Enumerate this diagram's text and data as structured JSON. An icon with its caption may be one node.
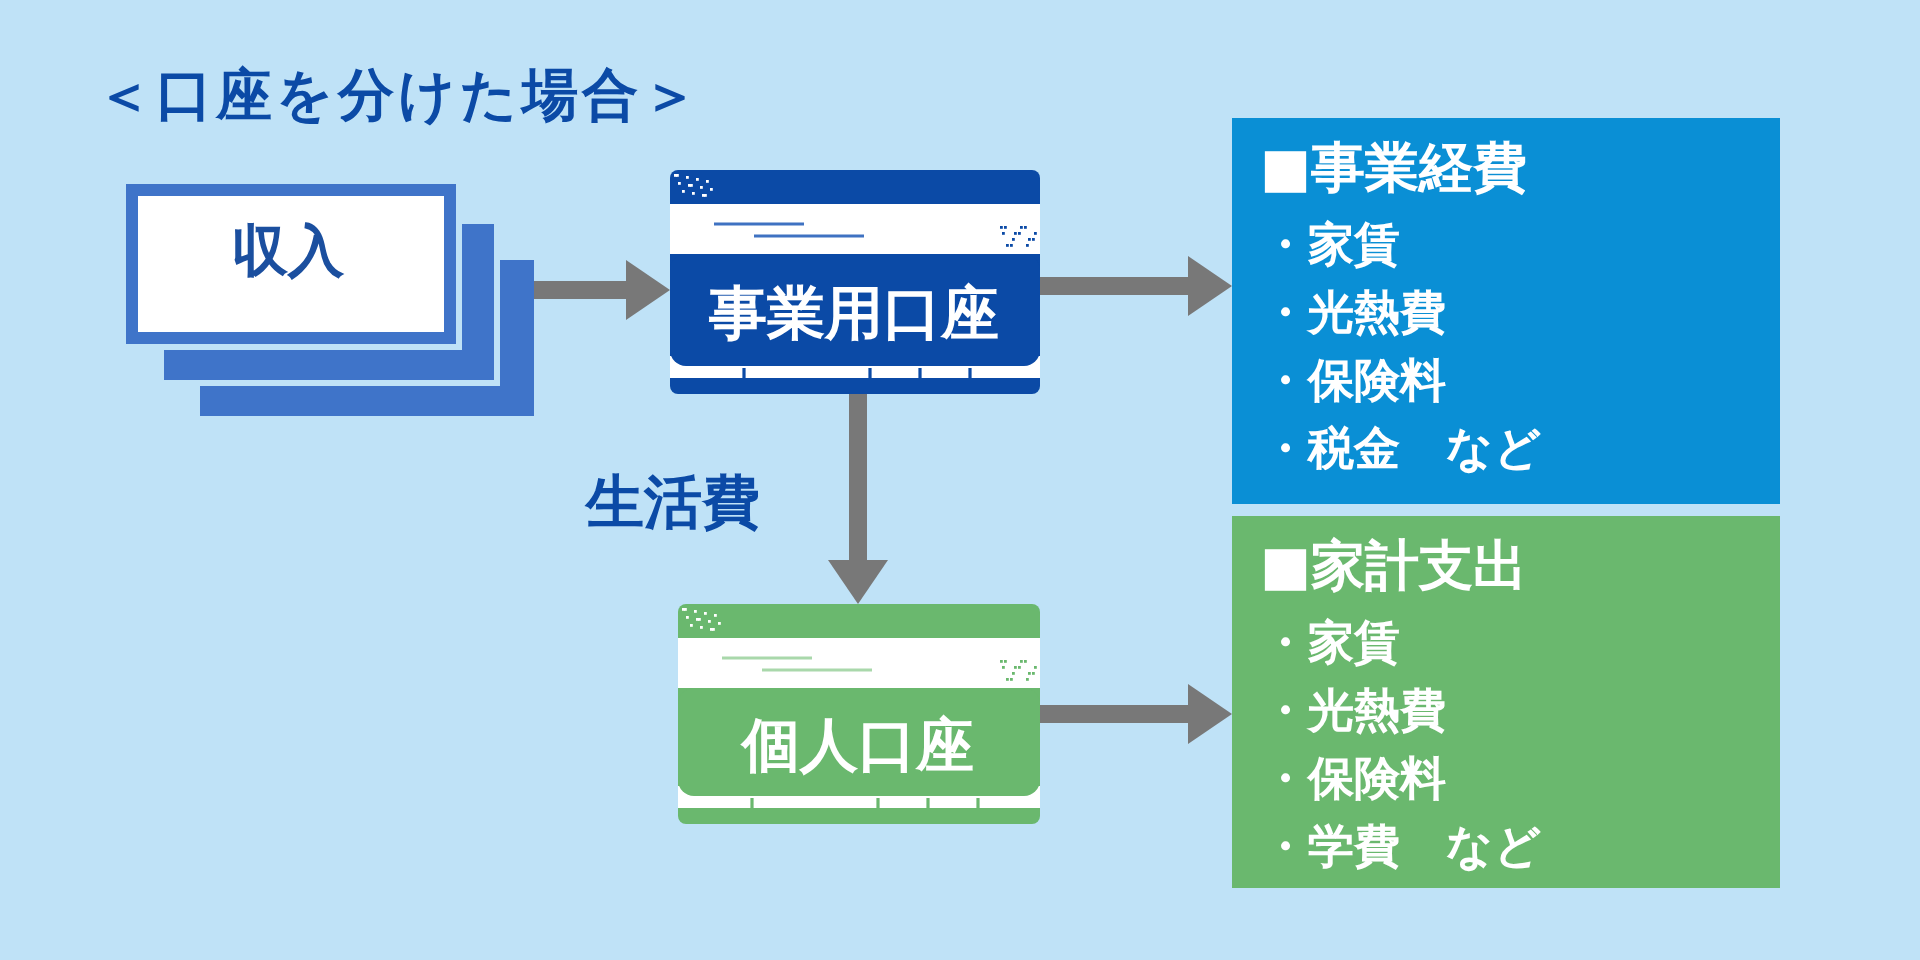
{
  "diagram": {
    "title": "＜口座を分けた場合＞",
    "nodes": [
      {
        "text": [
          "収入"
        ]
      },
      {
        "text": [
          "事業用口座"
        ]
      },
      {
        "text": [
          "個人口座"
        ]
      },
      {
        "text": [
          "■事業経費",
          "・家賃",
          "・光熱費",
          "・保険料",
          "・税金　など"
        ]
      },
      {
        "text": [
          "■家計支出",
          "・家賃",
          "・光熱費",
          "・保険料",
          "・学費　など"
        ]
      }
    ],
    "edges": [
      {
        "from": 0,
        "to": 1,
        "arrow": "to"
      },
      {
        "from": 1,
        "to": 3,
        "arrow": "to"
      },
      {
        "from": 1,
        "to": 2,
        "arrow": "to",
        "label": "生活費"
      },
      {
        "from": 2,
        "to": 4,
        "arrow": "to"
      }
    ]
  }
}
